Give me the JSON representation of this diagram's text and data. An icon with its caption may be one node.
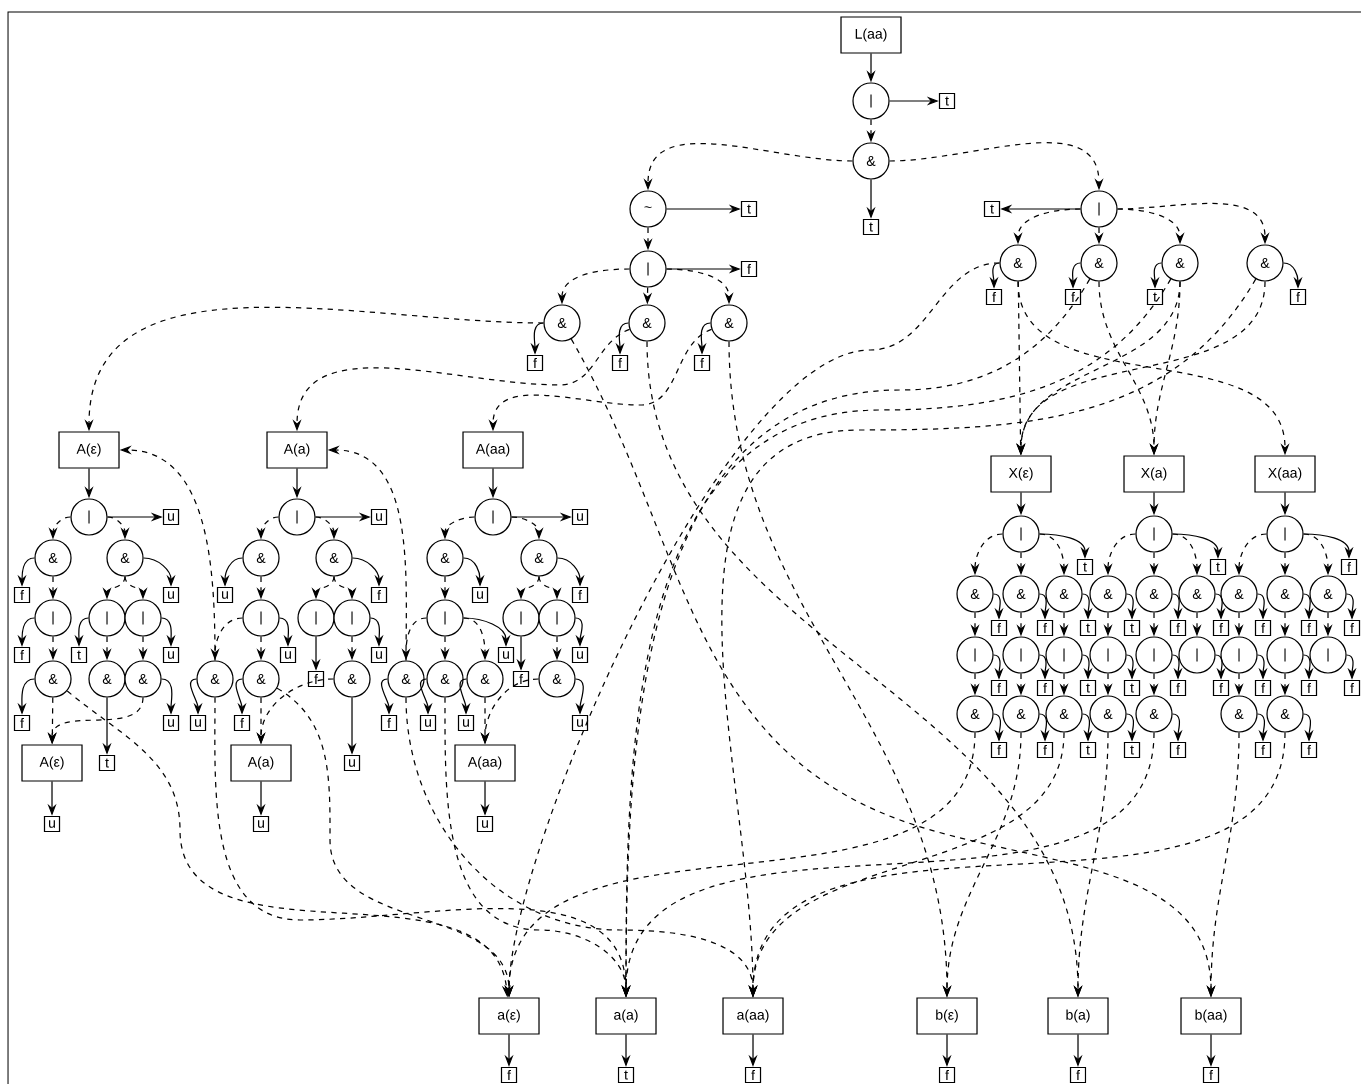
{
  "diagram": {
    "nodes": [
      {
        "text": [
          "L(aa)"
        ]
      },
      {
        "text": [
          "|"
        ]
      },
      {
        "text": [
          "t"
        ]
      },
      {
        "text": [
          "&"
        ]
      },
      {
        "text": [
          "t"
        ]
      },
      {
        "text": [
          "~"
        ]
      },
      {
        "text": [
          "t"
        ]
      },
      {
        "text": [
          "|"
        ]
      },
      {
        "text": [
          "t"
        ]
      },
      {
        "text": [
          "|"
        ]
      },
      {
        "text": [
          "f"
        ]
      },
      {
        "text": [
          "&"
        ]
      },
      {
        "text": [
          "f"
        ]
      },
      {
        "text": [
          "&"
        ]
      },
      {
        "text": [
          "f"
        ]
      },
      {
        "text": [
          "&"
        ]
      },
      {
        "text": [
          "f"
        ]
      },
      {
        "text": [
          "&"
        ]
      },
      {
        "text": [
          "f"
        ]
      },
      {
        "text": [
          "&"
        ]
      },
      {
        "text": [
          "f"
        ]
      },
      {
        "text": [
          "&"
        ]
      },
      {
        "text": [
          "t"
        ]
      },
      {
        "text": [
          "&"
        ]
      },
      {
        "text": [
          "f"
        ]
      },
      {
        "text": [
          "A(ε)"
        ]
      },
      {
        "text": [
          "|"
        ]
      },
      {
        "text": [
          "u"
        ]
      },
      {
        "text": [
          "&"
        ]
      },
      {
        "text": [
          "f"
        ]
      },
      {
        "text": [
          "&"
        ]
      },
      {
        "text": [
          "u"
        ]
      },
      {
        "text": [
          "|"
        ]
      },
      {
        "text": [
          "f"
        ]
      },
      {
        "text": [
          "|"
        ]
      },
      {
        "text": [
          "t"
        ]
      },
      {
        "text": [
          "|"
        ]
      },
      {
        "text": [
          "u"
        ]
      },
      {
        "text": [
          "&"
        ]
      },
      {
        "text": [
          "f"
        ]
      },
      {
        "text": [
          "&"
        ]
      },
      {
        "text": [
          "&"
        ]
      },
      {
        "text": [
          "u"
        ]
      },
      {
        "text": [
          "A(ε)"
        ]
      },
      {
        "text": [
          "u"
        ]
      },
      {
        "text": [
          "t"
        ]
      },
      {
        "text": [
          "A(a)"
        ]
      },
      {
        "text": [
          "|"
        ]
      },
      {
        "text": [
          "u"
        ]
      },
      {
        "text": [
          "&"
        ]
      },
      {
        "text": [
          "u"
        ]
      },
      {
        "text": [
          "&"
        ]
      },
      {
        "text": [
          "f"
        ]
      },
      {
        "text": [
          "|"
        ]
      },
      {
        "text": [
          "u"
        ]
      },
      {
        "text": [
          "|"
        ]
      },
      {
        "text": [
          "f"
        ]
      },
      {
        "text": [
          "|"
        ]
      },
      {
        "text": [
          "u"
        ]
      },
      {
        "text": [
          "&"
        ]
      },
      {
        "text": [
          "u"
        ]
      },
      {
        "text": [
          "&"
        ]
      },
      {
        "text": [
          "f"
        ]
      },
      {
        "text": [
          "&"
        ]
      },
      {
        "text": [
          "u"
        ]
      },
      {
        "text": [
          "A(a)"
        ]
      },
      {
        "text": [
          "u"
        ]
      },
      {
        "text": [
          "A(aa)"
        ]
      },
      {
        "text": [
          "|"
        ]
      },
      {
        "text": [
          "u"
        ]
      },
      {
        "text": [
          "&"
        ]
      },
      {
        "text": [
          "u"
        ]
      },
      {
        "text": [
          "&"
        ]
      },
      {
        "text": [
          "f"
        ]
      },
      {
        "text": [
          "|"
        ]
      },
      {
        "text": [
          "u"
        ]
      },
      {
        "text": [
          "|"
        ]
      },
      {
        "text": [
          "f"
        ]
      },
      {
        "text": [
          "|"
        ]
      },
      {
        "text": [
          "u"
        ]
      },
      {
        "text": [
          "&"
        ]
      },
      {
        "text": [
          "f"
        ]
      },
      {
        "text": [
          "&"
        ]
      },
      {
        "text": [
          "u"
        ]
      },
      {
        "text": [
          "&"
        ]
      },
      {
        "text": [
          "u"
        ]
      },
      {
        "text": [
          "&"
        ]
      },
      {
        "text": [
          "u"
        ]
      },
      {
        "text": [
          "A(aa)"
        ]
      },
      {
        "text": [
          "u"
        ]
      },
      {
        "text": [
          "X(ε)"
        ]
      },
      {
        "text": [
          "|"
        ]
      },
      {
        "text": [
          "t"
        ]
      },
      {
        "text": [
          "&"
        ]
      },
      {
        "text": [
          "f"
        ]
      },
      {
        "text": [
          "&"
        ]
      },
      {
        "text": [
          "f"
        ]
      },
      {
        "text": [
          "&"
        ]
      },
      {
        "text": [
          "t"
        ]
      },
      {
        "text": [
          "|"
        ]
      },
      {
        "text": [
          "f"
        ]
      },
      {
        "text": [
          "|"
        ]
      },
      {
        "text": [
          "f"
        ]
      },
      {
        "text": [
          "|"
        ]
      },
      {
        "text": [
          "t"
        ]
      },
      {
        "text": [
          "&"
        ]
      },
      {
        "text": [
          "f"
        ]
      },
      {
        "text": [
          "&"
        ]
      },
      {
        "text": [
          "f"
        ]
      },
      {
        "text": [
          "&"
        ]
      },
      {
        "text": [
          "t"
        ]
      },
      {
        "text": [
          "X(a)"
        ]
      },
      {
        "text": [
          "|"
        ]
      },
      {
        "text": [
          "t"
        ]
      },
      {
        "text": [
          "&"
        ]
      },
      {
        "text": [
          "t"
        ]
      },
      {
        "text": [
          "&"
        ]
      },
      {
        "text": [
          "f"
        ]
      },
      {
        "text": [
          "&"
        ]
      },
      {
        "text": [
          "f"
        ]
      },
      {
        "text": [
          "|"
        ]
      },
      {
        "text": [
          "t"
        ]
      },
      {
        "text": [
          "|"
        ]
      },
      {
        "text": [
          "f"
        ]
      },
      {
        "text": [
          "|"
        ]
      },
      {
        "text": [
          "f"
        ]
      },
      {
        "text": [
          "&"
        ]
      },
      {
        "text": [
          "t"
        ]
      },
      {
        "text": [
          "&"
        ]
      },
      {
        "text": [
          "f"
        ]
      },
      {
        "text": [
          "X(aa)"
        ]
      },
      {
        "text": [
          "|"
        ]
      },
      {
        "text": [
          "f"
        ]
      },
      {
        "text": [
          "&"
        ]
      },
      {
        "text": [
          "f"
        ]
      },
      {
        "text": [
          "&"
        ]
      },
      {
        "text": [
          "f"
        ]
      },
      {
        "text": [
          "&"
        ]
      },
      {
        "text": [
          "f"
        ]
      },
      {
        "text": [
          "|"
        ]
      },
      {
        "text": [
          "f"
        ]
      },
      {
        "text": [
          "|"
        ]
      },
      {
        "text": [
          "f"
        ]
      },
      {
        "text": [
          "|"
        ]
      },
      {
        "text": [
          "f"
        ]
      },
      {
        "text": [
          "&"
        ]
      },
      {
        "text": [
          "f"
        ]
      },
      {
        "text": [
          "&"
        ]
      },
      {
        "text": [
          "f"
        ]
      },
      {
        "text": [
          "a(ε)"
        ]
      },
      {
        "text": [
          "f"
        ]
      },
      {
        "text": [
          "a(a)"
        ]
      },
      {
        "text": [
          "t"
        ]
      },
      {
        "text": [
          "a(aa)"
        ]
      },
      {
        "text": [
          "f"
        ]
      },
      {
        "text": [
          "b(ε)"
        ]
      },
      {
        "text": [
          "f"
        ]
      },
      {
        "text": [
          "b(a)"
        ]
      },
      {
        "text": [
          "f"
        ]
      },
      {
        "text": [
          "b(aa)"
        ]
      },
      {
        "text": [
          "f"
        ]
      }
    ],
    "edges": [
      {
        "from": 0,
        "to": 1,
        "arrow": "to"
      },
      {
        "from": 1,
        "to": 2,
        "arrow": "to"
      },
      {
        "from": 1,
        "to": 3,
        "arrow": "to",
        "style": "dashed"
      },
      {
        "from": 3,
        "to": 4,
        "arrow": "to"
      },
      {
        "from": 3,
        "to": 5,
        "arrow": "to",
        "style": "dashed"
      },
      {
        "from": 3,
        "to": 7,
        "arrow": "to",
        "style": "dashed"
      },
      {
        "from": 5,
        "to": 6,
        "arrow": "to"
      },
      {
        "from": 5,
        "to": 9,
        "arrow": "to",
        "style": "dashed"
      },
      {
        "from": 7,
        "to": 8,
        "arrow": "to"
      },
      {
        "from": 7,
        "to": 17,
        "arrow": "to",
        "style": "dashed"
      },
      {
        "from": 7,
        "to": 19,
        "arrow": "to",
        "style": "dashed"
      },
      {
        "from": 7,
        "to": 21,
        "arrow": "to",
        "style": "dashed"
      },
      {
        "from": 7,
        "to": 23,
        "arrow": "to",
        "style": "dashed"
      },
      {
        "from": 9,
        "to": 10,
        "arrow": "to"
      },
      {
        "from": 9,
        "to": 11,
        "arrow": "to",
        "style": "dashed"
      },
      {
        "from": 9,
        "to": 13,
        "arrow": "to",
        "style": "dashed"
      },
      {
        "from": 9,
        "to": 15,
        "arrow": "to",
        "style": "dashed"
      },
      {
        "from": 11,
        "to": 12,
        "arrow": "to"
      },
      {
        "from": 13,
        "to": 14,
        "arrow": "to"
      },
      {
        "from": 15,
        "to": 16,
        "arrow": "to"
      },
      {
        "from": 17,
        "to": 18,
        "arrow": "to"
      },
      {
        "from": 19,
        "to": 20,
        "arrow": "to"
      },
      {
        "from": 21,
        "to": 22,
        "arrow": "to"
      },
      {
        "from": 23,
        "to": 24,
        "arrow": "to"
      },
      {
        "from": 25,
        "to": 26,
        "arrow": "to"
      },
      {
        "from": 26,
        "to": 27,
        "arrow": "to"
      },
      {
        "from": 26,
        "to": 28,
        "arrow": "to",
        "style": "dashed"
      },
      {
        "from": 26,
        "to": 30,
        "arrow": "to",
        "style": "dashed"
      },
      {
        "from": 28,
        "to": 29,
        "arrow": "to"
      },
      {
        "from": 28,
        "to": 32,
        "arrow": "to",
        "style": "dashed"
      },
      {
        "from": 30,
        "to": 31,
        "arrow": "to"
      },
      {
        "from": 30,
        "to": 34,
        "arrow": "to",
        "style": "dashed"
      },
      {
        "from": 30,
        "to": 36,
        "arrow": "to",
        "style": "dashed"
      },
      {
        "from": 32,
        "to": 33,
        "arrow": "to"
      },
      {
        "from": 32,
        "to": 38,
        "arrow": "to",
        "style": "dashed"
      },
      {
        "from": 34,
        "to": 35,
        "arrow": "to"
      },
      {
        "from": 34,
        "to": 40,
        "arrow": "to",
        "style": "dashed"
      },
      {
        "from": 36,
        "to": 37,
        "arrow": "to"
      },
      {
        "from": 36,
        "to": 41,
        "arrow": "to",
        "style": "dashed"
      },
      {
        "from": 38,
        "to": 39,
        "arrow": "to"
      },
      {
        "from": 38,
        "to": 43,
        "arrow": "to",
        "style": "dashed"
      },
      {
        "from": 40,
        "to": 45,
        "arrow": "to"
      },
      {
        "from": 41,
        "to": 42,
        "arrow": "to"
      },
      {
        "from": 41,
        "to": 43,
        "arrow": "to",
        "style": "dashed"
      },
      {
        "from": 43,
        "to": 44,
        "arrow": "to"
      },
      {
        "from": 46,
        "to": 47,
        "arrow": "to"
      },
      {
        "from": 47,
        "to": 48,
        "arrow": "to"
      },
      {
        "from": 47,
        "to": 49,
        "arrow": "to",
        "style": "dashed"
      },
      {
        "from": 47,
        "to": 51,
        "arrow": "to",
        "style": "dashed"
      },
      {
        "from": 49,
        "to": 50,
        "arrow": "to"
      },
      {
        "from": 49,
        "to": 53,
        "arrow": "to",
        "style": "dashed"
      },
      {
        "from": 51,
        "to": 52,
        "arrow": "to"
      },
      {
        "from": 51,
        "to": 55,
        "arrow": "to",
        "style": "dashed"
      },
      {
        "from": 51,
        "to": 57,
        "arrow": "to",
        "style": "dashed"
      },
      {
        "from": 53,
        "to": 54,
        "arrow": "to"
      },
      {
        "from": 53,
        "to": 59,
        "arrow": "to",
        "style": "dashed"
      },
      {
        "from": 53,
        "to": 61,
        "arrow": "to",
        "style": "dashed"
      },
      {
        "from": 55,
        "to": 56,
        "arrow": "to"
      },
      {
        "from": 57,
        "to": 58,
        "arrow": "to"
      },
      {
        "from": 57,
        "to": 63,
        "arrow": "to",
        "style": "dashed"
      },
      {
        "from": 59,
        "to": 60,
        "arrow": "to"
      },
      {
        "from": 61,
        "to": 62,
        "arrow": "to"
      },
      {
        "from": 61,
        "to": 65,
        "arrow": "to",
        "style": "dashed"
      },
      {
        "from": 63,
        "to": 64,
        "arrow": "to"
      },
      {
        "from": 63,
        "to": 65,
        "arrow": "to",
        "style": "dashed"
      },
      {
        "from": 65,
        "to": 66,
        "arrow": "to"
      },
      {
        "from": 67,
        "to": 68,
        "arrow": "to"
      },
      {
        "from": 68,
        "to": 69,
        "arrow": "to"
      },
      {
        "from": 68,
        "to": 70,
        "arrow": "to",
        "style": "dashed"
      },
      {
        "from": 68,
        "to": 72,
        "arrow": "to",
        "style": "dashed"
      },
      {
        "from": 70,
        "to": 71,
        "arrow": "to"
      },
      {
        "from": 70,
        "to": 74,
        "arrow": "to",
        "style": "dashed"
      },
      {
        "from": 72,
        "to": 73,
        "arrow": "to"
      },
      {
        "from": 72,
        "to": 76,
        "arrow": "to",
        "style": "dashed"
      },
      {
        "from": 72,
        "to": 78,
        "arrow": "to",
        "style": "dashed"
      },
      {
        "from": 74,
        "to": 75,
        "arrow": "to"
      },
      {
        "from": 74,
        "to": 80,
        "arrow": "to",
        "style": "dashed"
      },
      {
        "from": 74,
        "to": 82,
        "arrow": "to",
        "style": "dashed"
      },
      {
        "from": 74,
        "to": 84,
        "arrow": "to",
        "style": "dashed"
      },
      {
        "from": 76,
        "to": 77,
        "arrow": "to"
      },
      {
        "from": 78,
        "to": 79,
        "arrow": "to"
      },
      {
        "from": 78,
        "to": 86,
        "arrow": "to",
        "style": "dashed"
      },
      {
        "from": 80,
        "to": 81,
        "arrow": "to"
      },
      {
        "from": 82,
        "to": 83,
        "arrow": "to"
      },
      {
        "from": 84,
        "to": 85,
        "arrow": "to"
      },
      {
        "from": 84,
        "to": 88,
        "arrow": "to",
        "style": "dashed"
      },
      {
        "from": 86,
        "to": 87,
        "arrow": "to"
      },
      {
        "from": 86,
        "to": 88,
        "arrow": "to",
        "style": "dashed"
      },
      {
        "from": 88,
        "to": 89,
        "arrow": "to"
      },
      {
        "from": 90,
        "to": 91,
        "arrow": "to"
      },
      {
        "from": 91,
        "to": 92,
        "arrow": "to"
      },
      {
        "from": 91,
        "to": 93,
        "arrow": "to",
        "style": "dashed"
      },
      {
        "from": 91,
        "to": 95,
        "arrow": "to",
        "style": "dashed"
      },
      {
        "from": 91,
        "to": 97,
        "arrow": "to",
        "style": "dashed"
      },
      {
        "from": 93,
        "to": 94,
        "arrow": "to"
      },
      {
        "from": 93,
        "to": 99,
        "arrow": "to",
        "style": "dashed"
      },
      {
        "from": 95,
        "to": 96,
        "arrow": "to"
      },
      {
        "from": 95,
        "to": 101,
        "arrow": "to",
        "style": "dashed"
      },
      {
        "from": 97,
        "to": 98,
        "arrow": "to"
      },
      {
        "from": 97,
        "to": 103,
        "arrow": "to",
        "style": "dashed"
      },
      {
        "from": 99,
        "to": 100,
        "arrow": "to"
      },
      {
        "from": 99,
        "to": 105,
        "arrow": "to",
        "style": "dashed"
      },
      {
        "from": 101,
        "to": 102,
        "arrow": "to"
      },
      {
        "from": 101,
        "to": 107,
        "arrow": "to",
        "style": "dashed"
      },
      {
        "from": 103,
        "to": 104,
        "arrow": "to"
      },
      {
        "from": 103,
        "to": 109,
        "arrow": "to",
        "style": "dashed"
      },
      {
        "from": 105,
        "to": 106,
        "arrow": "to"
      },
      {
        "from": 107,
        "to": 108,
        "arrow": "to"
      },
      {
        "from": 109,
        "to": 110,
        "arrow": "to"
      },
      {
        "from": 111,
        "to": 112,
        "arrow": "to"
      },
      {
        "from": 112,
        "to": 113,
        "arrow": "to"
      },
      {
        "from": 112,
        "to": 114,
        "arrow": "to",
        "style": "dashed"
      },
      {
        "from": 112,
        "to": 116,
        "arrow": "to",
        "style": "dashed"
      },
      {
        "from": 112,
        "to": 118,
        "arrow": "to",
        "style": "dashed"
      },
      {
        "from": 114,
        "to": 115,
        "arrow": "to"
      },
      {
        "from": 114,
        "to": 120,
        "arrow": "to",
        "style": "dashed"
      },
      {
        "from": 116,
        "to": 117,
        "arrow": "to"
      },
      {
        "from": 116,
        "to": 122,
        "arrow": "to",
        "style": "dashed"
      },
      {
        "from": 118,
        "to": 119,
        "arrow": "to"
      },
      {
        "from": 118,
        "to": 124,
        "arrow": "to",
        "style": "dashed"
      },
      {
        "from": 120,
        "to": 121,
        "arrow": "to"
      },
      {
        "from": 120,
        "to": 126,
        "arrow": "to",
        "style": "dashed"
      },
      {
        "from": 122,
        "to": 123,
        "arrow": "to"
      },
      {
        "from": 122,
        "to": 128,
        "arrow": "to",
        "style": "dashed"
      },
      {
        "from": 124,
        "to": 125,
        "arrow": "to"
      },
      {
        "from": 126,
        "to": 127,
        "arrow": "to"
      },
      {
        "from": 128,
        "to": 129,
        "arrow": "to"
      },
      {
        "from": 130,
        "to": 131,
        "arrow": "to"
      },
      {
        "from": 131,
        "to": 132,
        "arrow": "to"
      },
      {
        "from": 131,
        "to": 133,
        "arrow": "to",
        "style": "dashed"
      },
      {
        "from": 131,
        "to": 135,
        "arrow": "to",
        "style": "dashed"
      },
      {
        "from": 131,
        "to": 137,
        "arrow": "to",
        "style": "dashed"
      },
      {
        "from": 133,
        "to": 134,
        "arrow": "to"
      },
      {
        "from": 133,
        "to": 139,
        "arrow": "to",
        "style": "dashed"
      },
      {
        "from": 135,
        "to": 136,
        "arrow": "to"
      },
      {
        "from": 135,
        "to": 141,
        "arrow": "to",
        "style": "dashed"
      },
      {
        "from": 137,
        "to": 138,
        "arrow": "to"
      },
      {
        "from": 137,
        "to": 143,
        "arrow": "to",
        "style": "dashed"
      },
      {
        "from": 139,
        "to": 140,
        "arrow": "to"
      },
      {
        "from": 139,
        "to": 145,
        "arrow": "to",
        "style": "dashed"
      },
      {
        "from": 141,
        "to": 142,
        "arrow": "to"
      },
      {
        "from": 141,
        "to": 147,
        "arrow": "to",
        "style": "dashed"
      },
      {
        "from": 143,
        "to": 144,
        "arrow": "to"
      },
      {
        "from": 145,
        "to": 146,
        "arrow": "to"
      },
      {
        "from": 147,
        "to": 148,
        "arrow": "to"
      },
      {
        "from": 149,
        "to": 150,
        "arrow": "to"
      },
      {
        "from": 151,
        "to": 152,
        "arrow": "to"
      },
      {
        "from": 153,
        "to": 154,
        "arrow": "to"
      },
      {
        "from": 155,
        "to": 156,
        "arrow": "to"
      },
      {
        "from": 157,
        "to": 158,
        "arrow": "to"
      },
      {
        "from": 159,
        "to": 160,
        "arrow": "to"
      },
      {
        "from": 11,
        "to": 25,
        "arrow": "to",
        "style": "dashed"
      },
      {
        "from": 11,
        "to": 159,
        "arrow": "to",
        "style": "dashed"
      },
      {
        "from": 13,
        "to": 46,
        "arrow": "to",
        "style": "dashed"
      },
      {
        "from": 13,
        "to": 157,
        "arrow": "to",
        "style": "dashed"
      },
      {
        "from": 15,
        "to": 67,
        "arrow": "to",
        "style": "dashed"
      },
      {
        "from": 15,
        "to": 155,
        "arrow": "to",
        "style": "dashed"
      },
      {
        "from": 17,
        "to": 149,
        "arrow": "to",
        "style": "dashed"
      },
      {
        "from": 17,
        "to": 90,
        "arrow": "to",
        "style": "dashed"
      },
      {
        "from": 17,
        "to": 130,
        "arrow": "to",
        "style": "dashed"
      },
      {
        "from": 19,
        "to": 151,
        "arrow": "to",
        "style": "dashed"
      },
      {
        "from": 19,
        "to": 111,
        "arrow": "to",
        "style": "dashed"
      },
      {
        "from": 21,
        "to": 151,
        "arrow": "to",
        "style": "dashed"
      },
      {
        "from": 21,
        "to": 90,
        "arrow": "to",
        "style": "dashed"
      },
      {
        "from": 21,
        "to": 111,
        "arrow": "to",
        "style": "dashed"
      },
      {
        "from": 23,
        "to": 90,
        "arrow": "to",
        "style": "dashed"
      },
      {
        "from": 23,
        "to": 153,
        "arrow": "to",
        "style": "dashed"
      },
      {
        "from": 38,
        "to": 149,
        "arrow": "to",
        "style": "dashed"
      },
      {
        "from": 59,
        "to": 25,
        "arrow": "to",
        "style": "dashed"
      },
      {
        "from": 59,
        "to": 151,
        "arrow": "to",
        "style": "dashed"
      },
      {
        "from": 61,
        "to": 149,
        "arrow": "to",
        "style": "dashed"
      },
      {
        "from": 80,
        "to": 46,
        "arrow": "to",
        "style": "dashed"
      },
      {
        "from": 80,
        "to": 153,
        "arrow": "to",
        "style": "dashed"
      },
      {
        "from": 82,
        "to": 151,
        "arrow": "to",
        "style": "dashed"
      },
      {
        "from": 105,
        "to": 149,
        "arrow": "to",
        "style": "dashed"
      },
      {
        "from": 107,
        "to": 155,
        "arrow": "to",
        "style": "dashed"
      },
      {
        "from": 109,
        "to": 153,
        "arrow": "to",
        "style": "dashed"
      },
      {
        "from": 126,
        "to": 157,
        "arrow": "to",
        "style": "dashed"
      },
      {
        "from": 128,
        "to": 151,
        "arrow": "to",
        "style": "dashed"
      },
      {
        "from": 145,
        "to": 159,
        "arrow": "to",
        "style": "dashed"
      },
      {
        "from": 147,
        "to": 153,
        "arrow": "to",
        "style": "dashed"
      }
    ]
  }
}
